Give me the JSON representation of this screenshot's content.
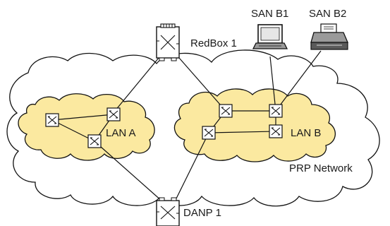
{
  "labels": {
    "redbox": "RedBox 1",
    "danp": "DANP 1",
    "san_b1": "SAN B1",
    "san_b2": "SAN B2",
    "lan_a": "LAN A",
    "lan_b": "LAN B",
    "network": "PRP Network"
  },
  "icons": {
    "redbox": "redbox-device-icon",
    "danp": "danp-device-icon",
    "san_b1": "laptop-icon",
    "san_b2": "printer-icon",
    "switch": "switch-icon"
  }
}
